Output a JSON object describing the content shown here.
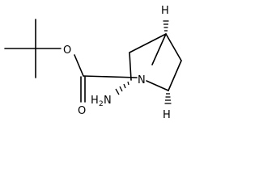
{
  "structure": {
    "atoms": {
      "oxygen_ester": "O",
      "oxygen_carbonyl": "O",
      "nitrogen_ring": "N",
      "hydrogen_top": "H",
      "hydrogen_bottom": "H",
      "amine_h": "H",
      "amine_sub": "2",
      "amine_n": "N"
    }
  }
}
